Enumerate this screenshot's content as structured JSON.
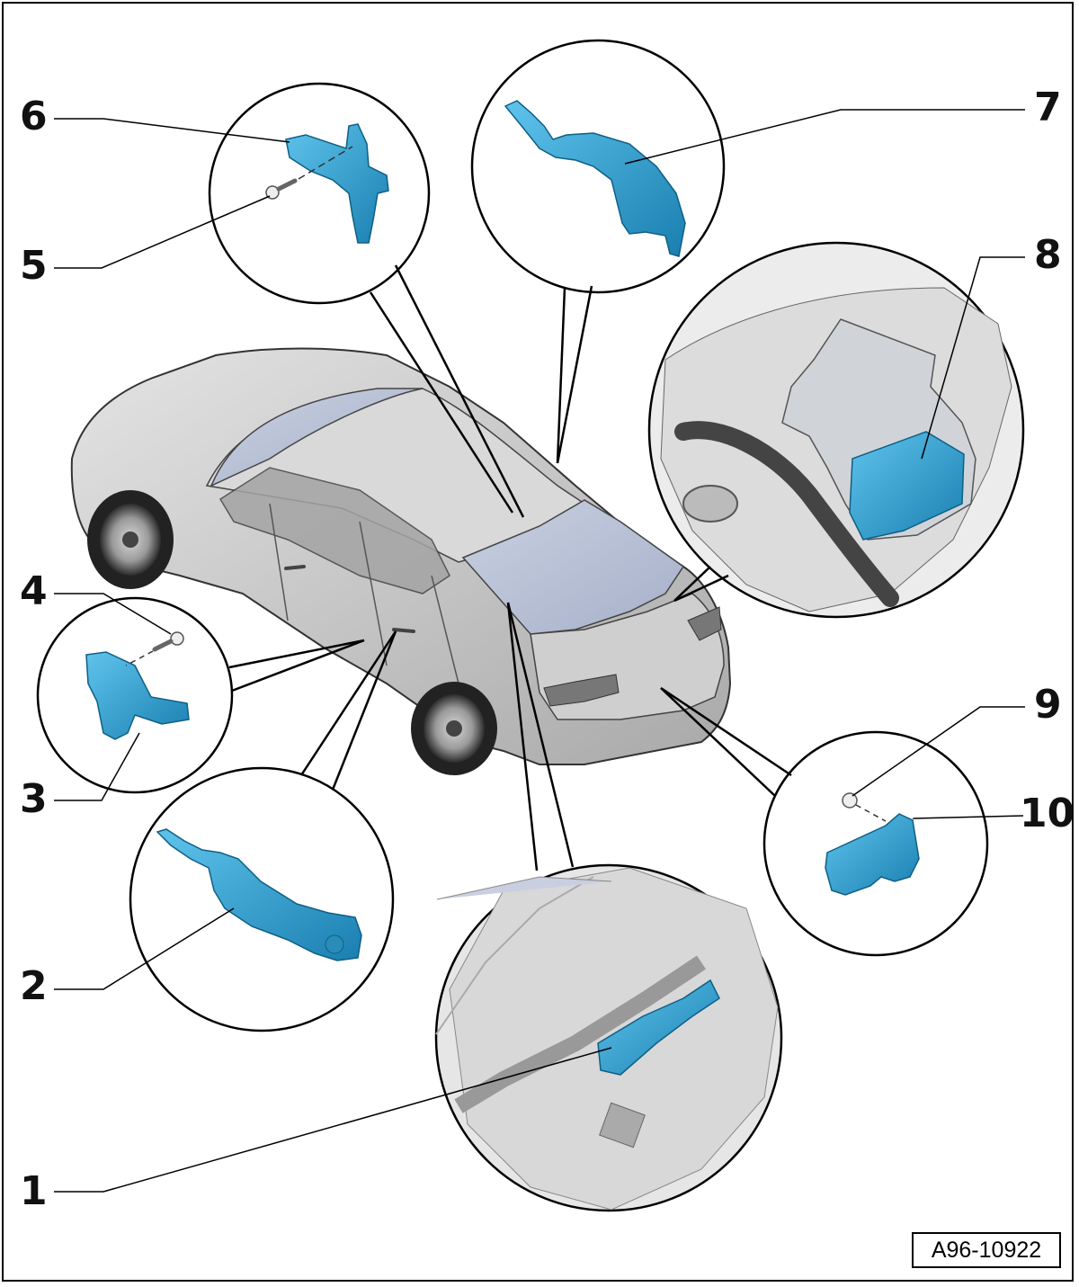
{
  "figure_id": "A96-10922",
  "callouts": [
    {
      "number": "1"
    },
    {
      "number": "2"
    },
    {
      "number": "3"
    },
    {
      "number": "4"
    },
    {
      "number": "5"
    },
    {
      "number": "6"
    },
    {
      "number": "7"
    },
    {
      "number": "8"
    },
    {
      "number": "9"
    },
    {
      "number": "10"
    }
  ],
  "colors": {
    "part": "#2a9fd0",
    "part_dark": "#15739c",
    "car_body": "#c9c9c9",
    "glass": "#b8c0d4",
    "outline": "#000000"
  },
  "icons": [
    "car-illustration",
    "door-handle-icon",
    "sensor-bracket-icon",
    "control-unit-icon",
    "screw-icon",
    "nut-icon",
    "antenna-icon"
  ]
}
